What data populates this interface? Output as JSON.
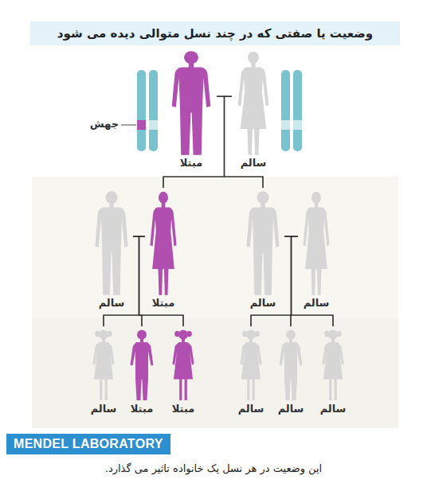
{
  "diagram": {
    "title": "وضعیت یا صفتی که در چند نسل متوالی دیده می شود",
    "caption": "این وضعیت در هر نسل یک خانواده تاثیر می گذارد.",
    "nodes": [
      {
        "text": [
          "مبتلا"
        ]
      },
      {
        "text": [
          "سالم"
        ]
      },
      {
        "text": [
          "سالم"
        ]
      },
      {
        "text": [
          "مبتلا"
        ]
      },
      {
        "text": [
          "سالم"
        ]
      },
      {
        "text": [
          "سالم"
        ]
      },
      {
        "text": [
          "سالم"
        ]
      },
      {
        "text": [
          "مبتلا"
        ]
      },
      {
        "text": [
          "مبتلا"
        ]
      },
      {
        "text": [
          "سالم"
        ]
      },
      {
        "text": [
          "سالم"
        ]
      },
      {
        "text": [
          "سالم"
        ]
      },
      {
        "text": [
          "MENDEL LABORATORY"
        ]
      }
    ],
    "edges": [
      {
        "from": 0,
        "to": 3,
        "arrow": "none"
      },
      {
        "from": 1,
        "to": 3,
        "arrow": "none"
      },
      {
        "from": 0,
        "to": 4,
        "arrow": "none"
      },
      {
        "from": 1,
        "to": 4,
        "arrow": "none"
      },
      {
        "from": 2,
        "to": 6,
        "arrow": "none"
      },
      {
        "from": 3,
        "to": 6,
        "arrow": "none"
      },
      {
        "from": 2,
        "to": 7,
        "arrow": "none"
      },
      {
        "from": 3,
        "to": 7,
        "arrow": "none"
      },
      {
        "from": 2,
        "to": 8,
        "arrow": "none"
      },
      {
        "from": 3,
        "to": 8,
        "arrow": "none"
      },
      {
        "from": 4,
        "to": 9,
        "arrow": "none"
      },
      {
        "from": 5,
        "to": 9,
        "arrow": "none"
      },
      {
        "from": 4,
        "to": 10,
        "arrow": "none"
      },
      {
        "from": 5,
        "to": 10,
        "arrow": "none"
      },
      {
        "from": 4,
        "to": 11,
        "arrow": "none"
      },
      {
        "from": 5,
        "to": 11,
        "arrow": "none"
      }
    ],
    "labels": [
      "جهش"
    ]
  }
}
